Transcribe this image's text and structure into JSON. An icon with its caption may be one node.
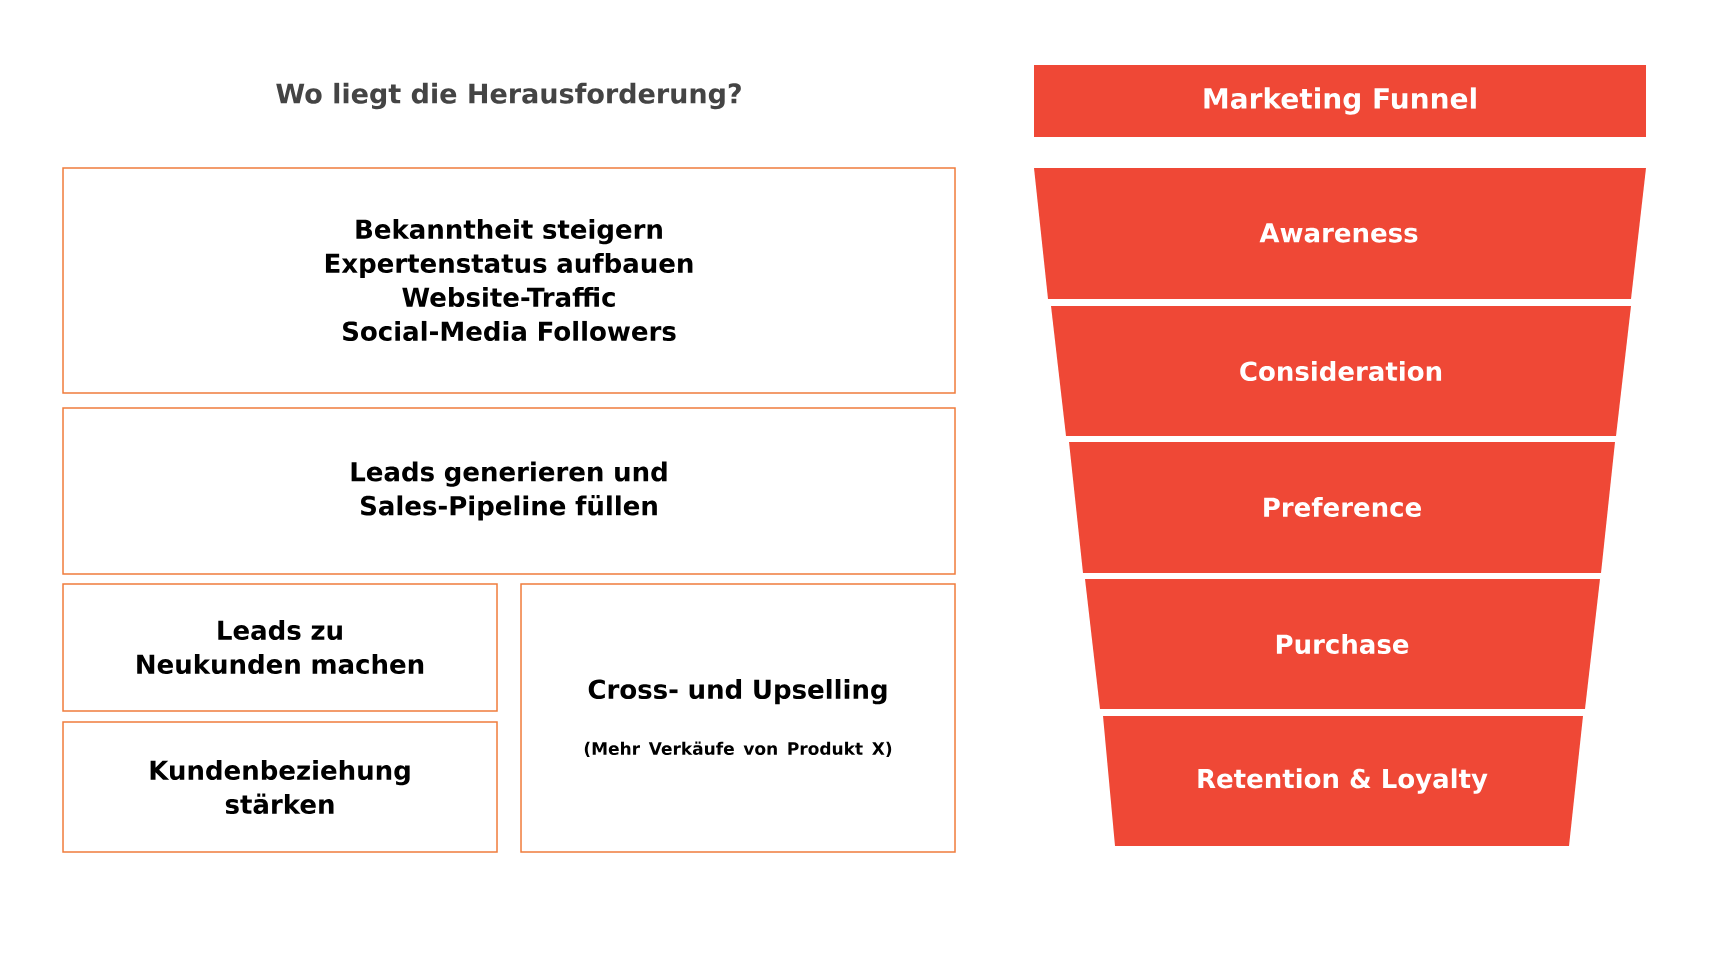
{
  "diagram": {
    "title": "Wo liegt die Herausforderung?",
    "nodes": [
      {
        "text": [
          "Bekanntheit steigern",
          "Expertenstatus aufbauen",
          "Website-Traffic",
          "Social-Media Followers"
        ]
      },
      {
        "text": [
          "Leads generieren und Sales-Pipeline füllen"
        ]
      },
      {
        "text": [
          "Leads zu Neukunden machen"
        ]
      },
      {
        "text": [
          "Kundenbeziehung stärken"
        ]
      },
      {
        "text": [
          "Cross- und Upselling",
          "(Mehr Verkäufe von Produkt X)"
        ]
      },
      {
        "text": [
          "Marketing Funnel"
        ]
      },
      {
        "text": [
          "Awareness"
        ]
      },
      {
        "text": [
          "Consideration"
        ]
      },
      {
        "text": [
          "Preference"
        ]
      },
      {
        "text": [
          "Purchase"
        ]
      },
      {
        "text": [
          "Retention & Loyalty"
        ]
      }
    ]
  }
}
